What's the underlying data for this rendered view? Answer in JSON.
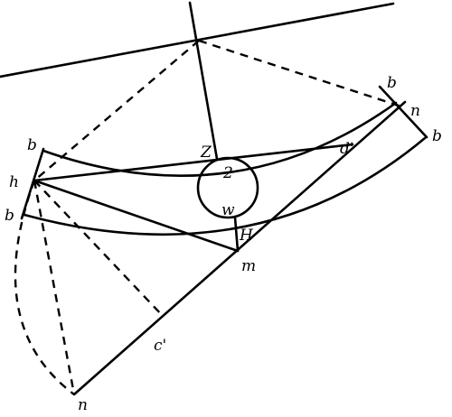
{
  "labels": {
    "b_upper_left": "b",
    "b_lower_left": "b",
    "h_left": "h",
    "b_upper_right": "b",
    "n_right": "n",
    "b_lower_right": "b",
    "z": "Z",
    "two": "2",
    "w": "w",
    "big_h": "H",
    "m": "m",
    "d_prime": "d'",
    "c_prime": "c'",
    "n_bottom": "n"
  }
}
